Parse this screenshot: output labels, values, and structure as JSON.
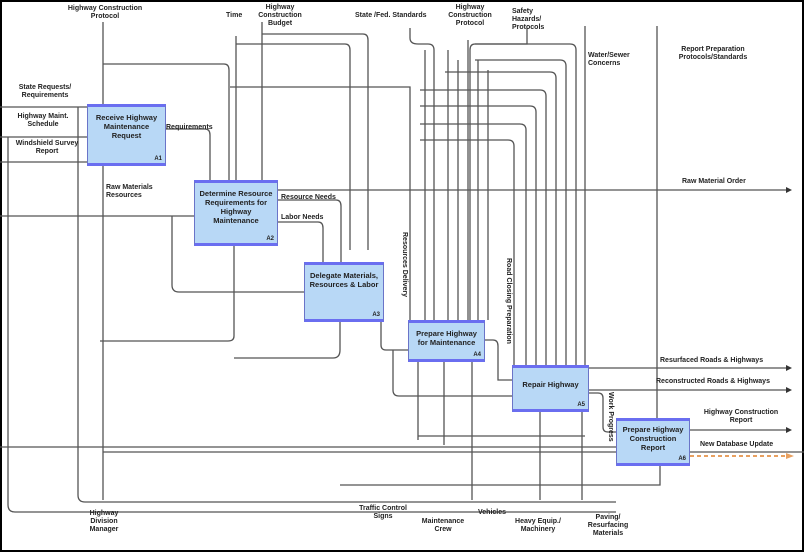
{
  "diagram": {
    "type": "IDEF0 activity diagram",
    "activities": [
      {
        "id": "A1",
        "title": "Receive Highway Maintenance Request",
        "node": "A1"
      },
      {
        "id": "A2",
        "title": "Determine Resource Requirements for Highway Maintenance",
        "node": "A2"
      },
      {
        "id": "A3",
        "title": "Delegate Materials, Resources & Labor",
        "node": "A3"
      },
      {
        "id": "A4",
        "title": "Prepare Highway for Maintenance",
        "node": "A4"
      },
      {
        "id": "A5",
        "title": "Repair Highway",
        "node": "A5"
      },
      {
        "id": "A6",
        "title": "Prepare Highway Construction Report",
        "node": "A6"
      }
    ],
    "controls": {
      "highway_construction_protocol_1": "Highway Construction Protocol",
      "time": "Time",
      "highway_construction_budget": "Highway Construction Budget",
      "state_fed_standards": "State /Fed. Standards",
      "highway_construction_protocol_2": "Highway Construction Protocol",
      "safety_hazards_protocols": "Safety Hazards/ Protocols",
      "water_sewer_concerns": "Water/Sewer Concerns",
      "report_preparation_protocols": "Report Preparation Protocols/Standards"
    },
    "inputs": {
      "state_requests": "State Requests/ Requirements",
      "highway_maint_schedule": "Highway Maint. Schedule",
      "windshield_survey": "Windshield Survey Report",
      "raw_materials_resources": "Raw Materials Resources"
    },
    "arrows": {
      "requirements": "Requirements",
      "resource_needs": "Resource Needs",
      "labor_needs": "Labor Needs",
      "resources_delivery": "Resources Delivery",
      "road_closing": "Road Closing Preparation",
      "work_progress": "Work Progress",
      "raw_material_order": "Raw Material Order"
    },
    "outputs": {
      "resurfaced": "Resurfaced Roads & Highways",
      "reconstructed": "Reconstructed Roads & Highways",
      "construction_report": "Highway Construction Report",
      "database_update": "New Database Update"
    },
    "mechanisms": {
      "highway_division_manager": "Highway Division Manager",
      "traffic_control_signs": "Traffic Control Signs",
      "maintenance_crew": "Maintenance Crew",
      "vehicles": "Vehicles",
      "heavy_equip": "Heavy Equip./ Machinery",
      "paving_materials": "Paving/ Resurfacing Materials"
    }
  }
}
